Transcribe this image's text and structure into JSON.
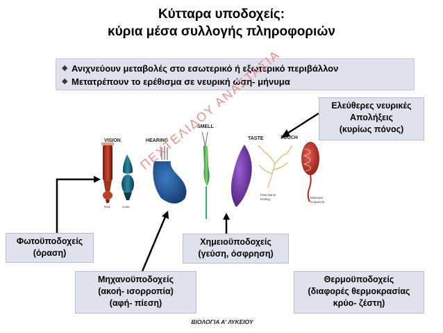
{
  "slide": {
    "title_line1": "Κύτταρα υποδοχείς:",
    "title_line2": "κύρια μέσα συλλογής πληροφοριών",
    "bullets": [
      "Ανιχνεύουν μεταβολές στο εσωτερικό ή εξωτερικό περιβάλλον",
      "Μετατρέπουν το ερέθισμα σε νευρική ώση- μήνυμα"
    ],
    "bullet_icon": "diamond-bullet-icon",
    "figure_labels": {
      "vision": "VISION",
      "hearing": "HEARING",
      "smell": "SMELL",
      "taste": "TASTE",
      "touch": "TOUCH",
      "rod": "Rod",
      "cone": "Cone",
      "free_nerve": "Free Nerve",
      "ending": "Ending",
      "meissner": "Meissner",
      "corpuscle": "Corpuscle"
    },
    "watermark": "ΠΕΧΤΕΛΙΔΟΥ ΑΝΑΣΤΑΣΙΑ",
    "boxes": {
      "free_endings": [
        "Ελεύθερες νευρικές",
        "Απολήξεις",
        "(κυρίως πόνος)"
      ],
      "photoreceptors": [
        "Φωτοϋποδοχείς",
        "(όραση)"
      ],
      "chemoreceptors": [
        "Χημειοϋποδοχείς",
        "(γεύση, όσφρηση)"
      ],
      "mechanoreceptors": [
        "Μηχανοϋποδοχείς",
        "(ακοή- ισορροπία)",
        "(αφή- πίεση)"
      ],
      "thermoreceptors": [
        "Θερμοϋποδοχείς",
        "(διαφορές θερμοκρασίας",
        "κρύο- ζέστη)"
      ]
    },
    "footer": "ΒΙΟΛΟΓΙΑ Α' ΛΥΚΕΙΟΥ",
    "colors": {
      "box_background": "#dfe1ec",
      "watermark": "#e89090"
    }
  }
}
